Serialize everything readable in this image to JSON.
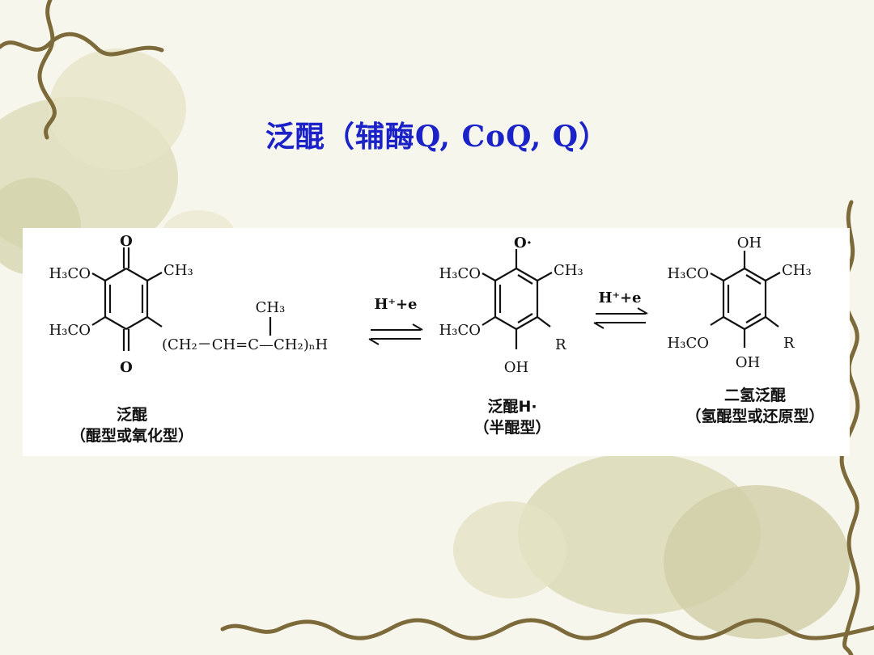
{
  "slide": {
    "title": "泛醌（辅酶Q, CoQ, Q）",
    "colors": {
      "title": "#1a22c8",
      "background": "#f7f6ec",
      "vine": "#7d6a3a",
      "flower": "#c9c8a3"
    }
  },
  "diagram": {
    "ubiquinone": {
      "top_sub": "O",
      "bottom_sub": "O",
      "ul_group": "H₃CO",
      "ll_group": "H₃CO",
      "ur_group": "CH₃",
      "branch_methyl": "CH₃",
      "side_chain": "(CH₂－CH=C—CH₂)ₙH",
      "name": "泛醌",
      "subtitle": "（醌型或氧化型）"
    },
    "arrow1": {
      "label": "H⁺+e"
    },
    "semiquinone": {
      "top_sub": "O·",
      "bottom_sub": "OH",
      "ul_group": "H₃CO",
      "ll_group": "H₃CO",
      "ur_group": "CH₃",
      "lr_group": "R",
      "name": "泛醌H·",
      "subtitle": "（半醌型）"
    },
    "arrow2": {
      "label": "H⁺+e"
    },
    "ubiquinol": {
      "top_sub": "OH",
      "bottom_sub": "OH",
      "ul_group": "H₃CO",
      "ll_group": "H₃CO",
      "ur_group": "CH₃",
      "lr_group": "R",
      "name": "二氢泛醌",
      "subtitle": "（氢醌型或还原型）"
    }
  }
}
